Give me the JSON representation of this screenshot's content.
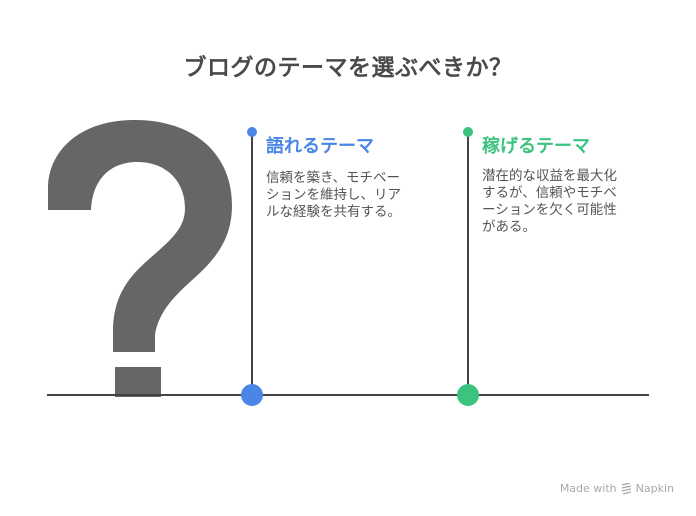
{
  "title": "ブログのテーマを選ぶべきか？",
  "icon": "question-mark-icon",
  "colors": {
    "blue": "#4a86e8",
    "green": "#3cc37f",
    "line": "#444444",
    "question_mark": "#666666",
    "title": "#4a4a4a",
    "body_text": "#555555"
  },
  "options": [
    {
      "title": "語れるテーマ",
      "body": "信頼を築き、モチベー\nションを維持し、リア\nルな経験を共有する。",
      "color": "#4a86e8"
    },
    {
      "title": "稼げるテーマ",
      "body": "潜在的な収益を最大化\nするが、信頼やモチベ\nーションを欠く可能性\nがある。",
      "color": "#3cc37f"
    }
  ],
  "footer": {
    "made_with": "Made with",
    "brand": "Napkin",
    "brand_icon": "napkin-logo-icon"
  }
}
